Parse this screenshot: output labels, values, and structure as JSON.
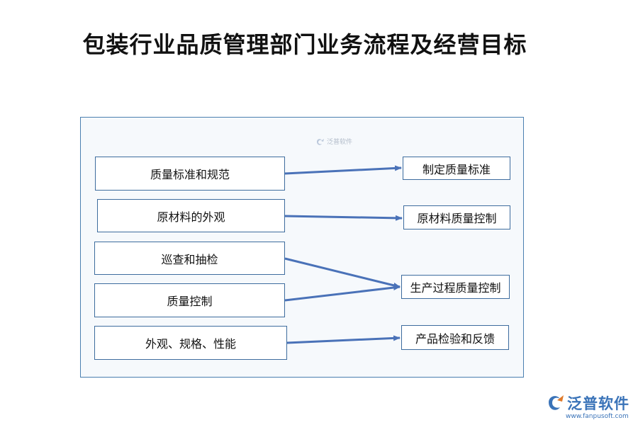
{
  "title": "包装行业品质管理部门业务流程及经营目标",
  "left_boxes": [
    {
      "label": "质量标准和规范"
    },
    {
      "label": "原材料的外观"
    },
    {
      "label": "巡查和抽检"
    },
    {
      "label": "质量控制"
    },
    {
      "label": "外观、规格、性能"
    }
  ],
  "right_boxes": [
    {
      "label": "制定质量标准"
    },
    {
      "label": "原材料质量控制"
    },
    {
      "label": "生产过程质量控制"
    },
    {
      "label": "产品检验和反馈"
    }
  ],
  "watermark": {
    "text": "泛普软件"
  },
  "logo": {
    "name": "泛普软件",
    "url": "www.fanpusoft.com",
    "color": "#3a73b8"
  },
  "arrow_color": "#4a72b8"
}
